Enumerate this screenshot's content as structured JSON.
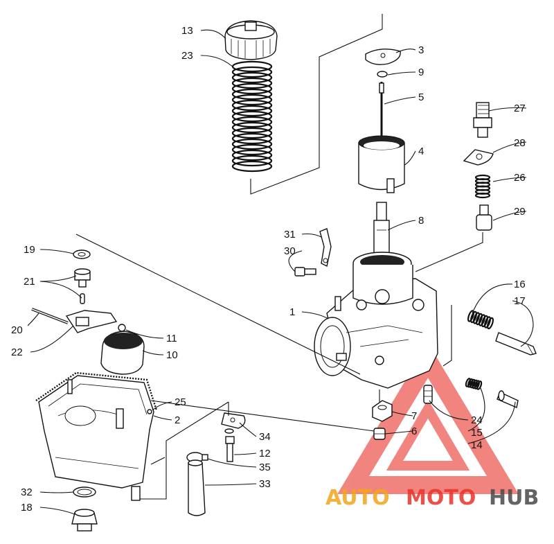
{
  "diagram": {
    "callouts": [
      "13",
      "23",
      "3",
      "9",
      "5",
      "4",
      "27",
      "28",
      "26",
      "29",
      "8",
      "31",
      "30",
      "1",
      "16",
      "17",
      "19",
      "21",
      "20",
      "22",
      "11",
      "10",
      "25",
      "2",
      "24",
      "15",
      "14",
      "7",
      "6",
      "34",
      "12",
      "35",
      "33",
      "32",
      "18"
    ]
  },
  "watermark": {
    "text_1": "AUTO",
    "text_2": "MOTO",
    "text_3": "HUB",
    "color_red": "#e8332a",
    "color_orange": "#f2a51a",
    "color_gray": "#4a4a4a"
  }
}
